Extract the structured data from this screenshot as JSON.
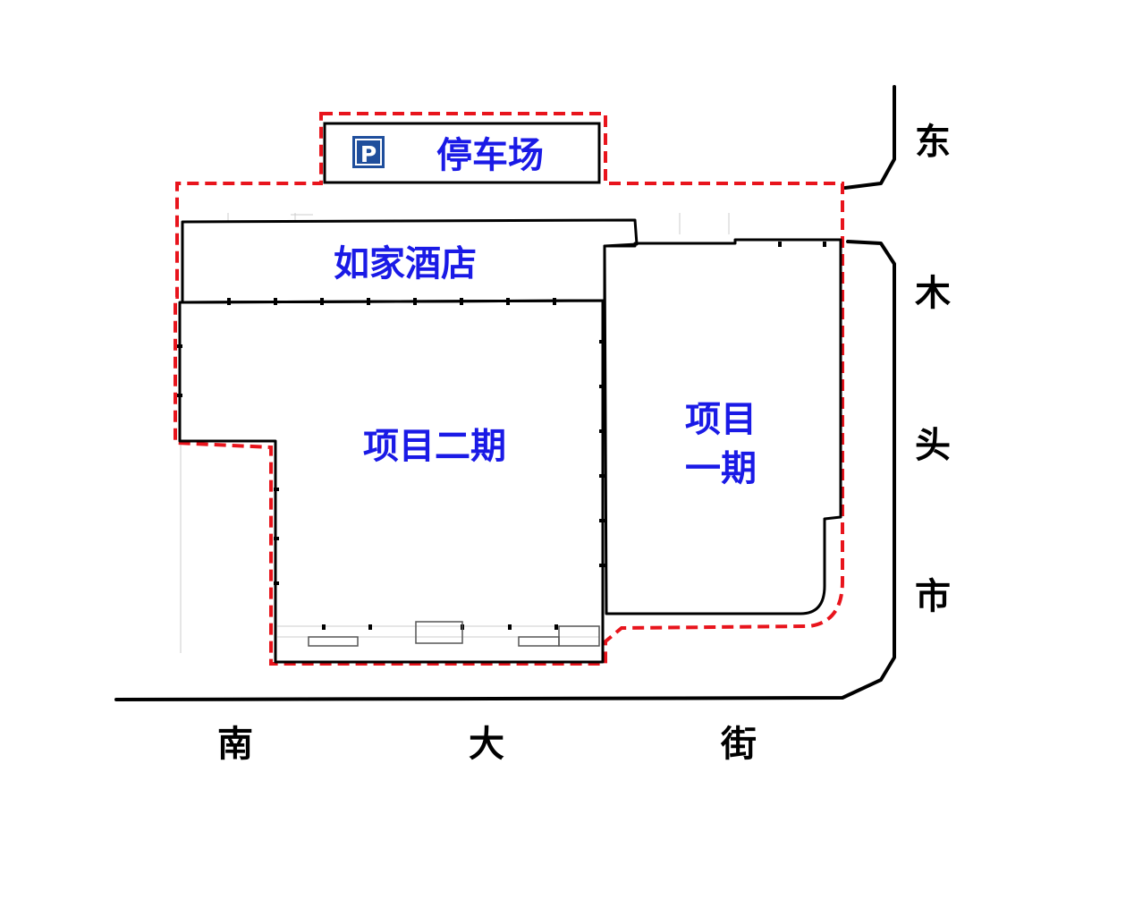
{
  "colors": {
    "label_blue": "#1a1ae6",
    "boundary_red": "#e8141c",
    "line_black": "#000000",
    "parking_sign_blue": "#1f4e9c"
  },
  "parking": {
    "icon": "parking-sign-icon",
    "sign_letter": "P",
    "label": "停车场"
  },
  "buildings": {
    "hotel": "如家酒店",
    "phase2": "项目二期",
    "phase1_line1": "项目",
    "phase1_line2": "一期"
  },
  "roads": {
    "east_street": [
      "东",
      "木",
      "头",
      "市"
    ],
    "south_street": [
      "南",
      "大",
      "街"
    ]
  }
}
